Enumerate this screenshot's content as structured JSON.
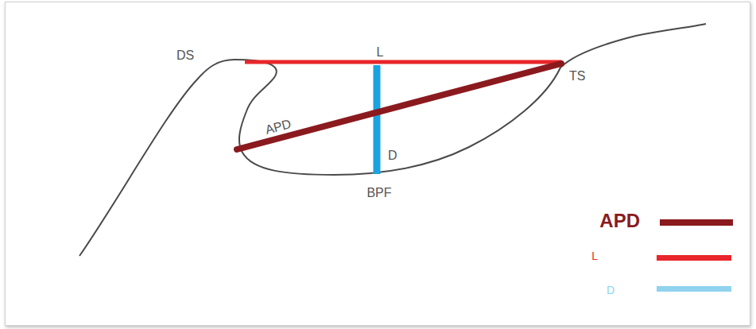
{
  "diagram": {
    "labels": [
      "DS",
      "L",
      "TS",
      "APD",
      "D",
      "BPF"
    ],
    "legend": [
      {
        "text": "APD",
        "color": "#8b1a1e"
      },
      {
        "text": "L",
        "color": "#e8262b"
      },
      {
        "text": "D",
        "color": "#8fd3ee"
      }
    ]
  }
}
